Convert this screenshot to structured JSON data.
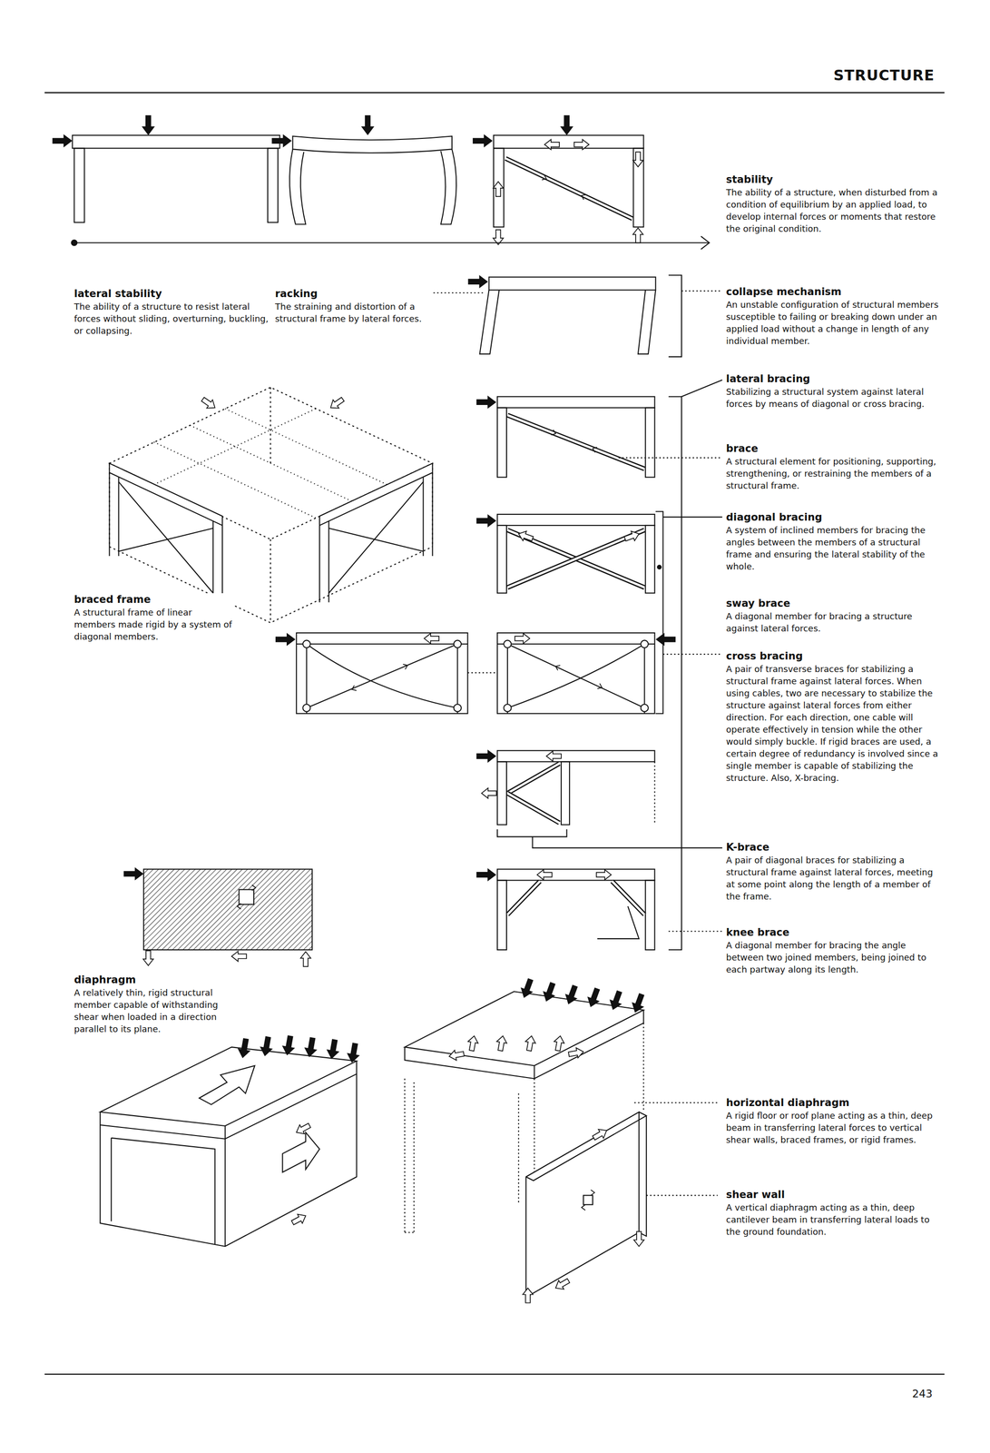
{
  "diagram": {
    "title": "STRUCTURE",
    "labels": [
      "stability",
      "The ability of a structure, when disturbed from a condition of equilibrium by an applied load, to develop internal forces or moments that restore the original condition.",
      "lateral stability",
      "The ability of a structure to resist lateral forces without sliding, overturning, buckling, or collapsing.",
      "racking",
      "The straining and distortion of a structural frame by lateral forces.",
      "collapse mechanism",
      "An unstable configuration of structural members susceptible to failing or breaking down under an applied load without a change in length of any individual member.",
      "lateral bracing",
      "Stabilizing a structural system against lateral forces by means of diagonal or cross bracing.",
      "brace",
      "A structural element for positioning, supporting, strengthening, or restraining the members of a structural frame.",
      "braced frame",
      "A structural frame of linear members made rigid by a system of diagonal members.",
      "diagonal bracing",
      "A system of inclined members for bracing the angles between the members of a structural frame and ensuring the lateral stability of the whole.",
      "sway brace",
      "A diagonal member for bracing a structure against lateral forces.",
      "cross bracing",
      "A pair of transverse braces for stabilizing a structural frame against lateral forces. When using cables, two are necessary to stabilize the structure against lateral forces from either direction. For each direction, one cable will operate effectively in tension while the other would simply buckle. If rigid braces are used, a certain degree of redundancy is involved since a single member is capable of stabilizing the structure. Also, X-bracing.",
      "K-brace",
      "A pair of diagonal braces for stabilizing a structural frame against lateral forces, meeting at some point along the length of a member of the frame.",
      "knee brace",
      "A diagonal member for bracing the angle between two joined members, being joined to each partway along its length.",
      "diaphragm",
      "A relatively thin, rigid structural member capable of withstanding shear when loaded in a direction parallel to its plane.",
      "horizontal diaphragm",
      "A rigid floor or roof plane acting as a thin, deep beam in transferring lateral forces to vertical shear walls, braced frames, or rigid frames.",
      "shear wall",
      "A vertical diaphragm acting as a thin, deep cantilever beam in transferring lateral loads to the ground foundation.",
      "243"
    ]
  }
}
